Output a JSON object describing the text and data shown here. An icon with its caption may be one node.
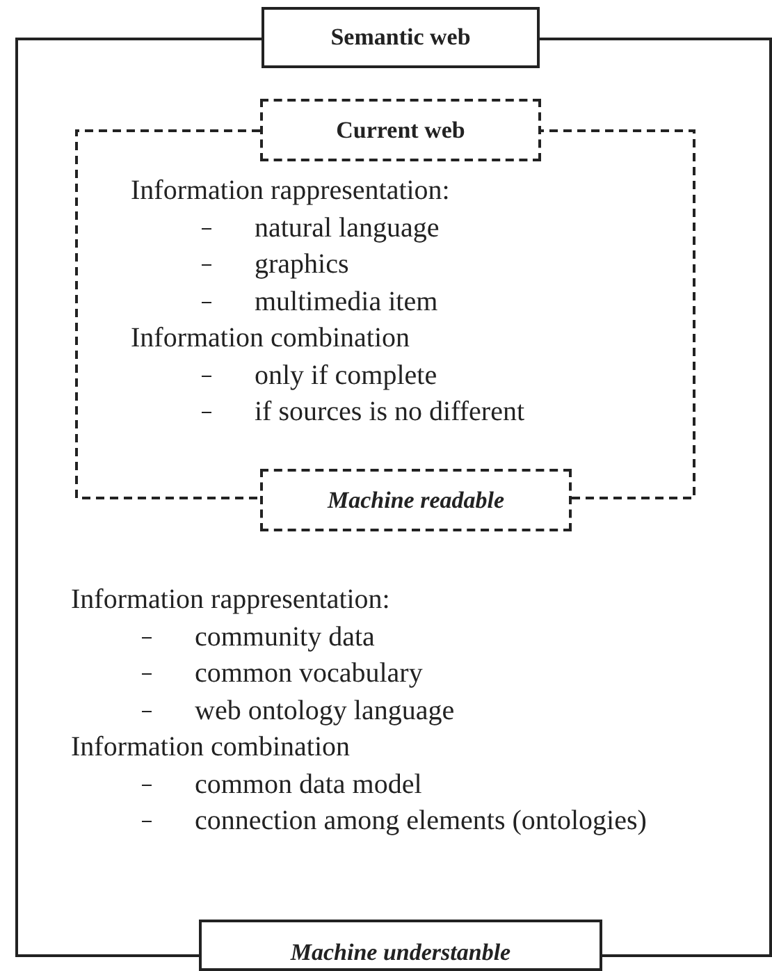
{
  "diagram": {
    "nodes": [
      {
        "text": [
          "Information rappresentation:",
          "community data",
          "common vocabulary",
          "web ontology language",
          "Information combination",
          "common data model",
          "connection among elements (ontologies)"
        ]
      },
      {
        "text": [
          "Semantic web"
        ]
      },
      {
        "text": [
          "Information rappresentation:",
          "natural language",
          "graphics",
          "multimedia item",
          "Information combination",
          "only if complete",
          "if sources is no different"
        ],
        "in": 0
      },
      {
        "text": [
          "Current web"
        ],
        "in": 0
      },
      {
        "text": [
          "Machine readable"
        ],
        "in": 0
      },
      {
        "text": [
          "Machine understanble"
        ]
      }
    ]
  }
}
